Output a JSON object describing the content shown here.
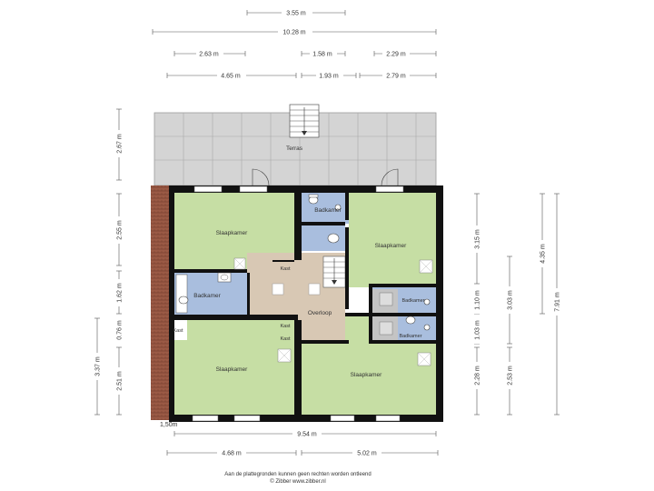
{
  "dimensions_top": {
    "d1": "3.55 m",
    "d2": "10.28 m",
    "d3a": "2.63 m",
    "d3b": "1.58 m",
    "d3c": "2.29 m",
    "d4a": "4.65 m",
    "d4b": "1.93 m",
    "d4c": "2.79 m"
  },
  "dimensions_left": {
    "l_terras": "2.67 m",
    "l_a": "2.55 m",
    "l_b": "1.62 m",
    "l_c": "0.76 m",
    "l_d": "2.51 m",
    "l_total": "3.37 m"
  },
  "dimensions_right": {
    "r_a": "3.15 m",
    "r_b": "1.10 m",
    "r_c": "1.03 m",
    "r_d": "2.28 m",
    "r_e": "3.03 m",
    "r_f": "2.53 m",
    "r_g": "4.35 m",
    "r_total": "7.91 m"
  },
  "dimensions_bottom": {
    "b_total": "9.54 m",
    "b_a": "4.68 m",
    "b_b": "5.02 m",
    "b_small": "1,50m"
  },
  "rooms": {
    "terras": "Terras",
    "slaapkamer_nw": "Slaapkamer",
    "slaapkamer_ne": "Slaapkamer",
    "slaapkamer_sw": "Slaapkamer",
    "slaapkamer_se": "Slaapkamer",
    "badkamer_top": "Badkamer",
    "badkamer_left": "Badkamer",
    "badkamer_r1": "Badkamer",
    "badkamer_r2": "Badkamer",
    "overloop": "Overloop",
    "kast1": "Kast",
    "kast2": "Kast",
    "kast3": "Kast",
    "kast4": "Kast"
  },
  "colors": {
    "bedroom": "#c6dea4",
    "bathroom": "#a9bede",
    "hallway": "#d8c8b4",
    "terrace": "#d4d4d4",
    "roof": "#9b5a45",
    "wall": "#111111"
  },
  "footer": {
    "line1": "Aan de plattegronden kunnen geen rechten worden ontleend",
    "line2": "© Zibber www.zibber.nl"
  }
}
